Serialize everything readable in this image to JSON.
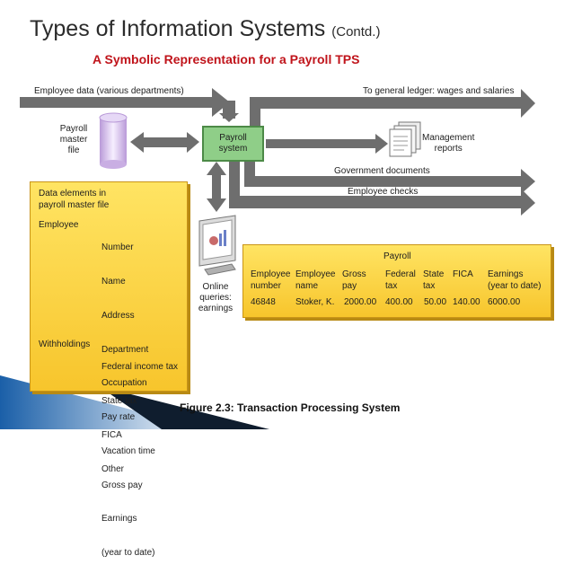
{
  "title": {
    "main": "Types of Information Systems",
    "contd": "(Contd.)"
  },
  "heading": "A Symbolic Representation for a Payroll TPS",
  "labels": {
    "employee_data": "Employee data (various departments)",
    "general_ledger": "To general ledger: wages and salaries",
    "payroll_master_file": [
      "Payroll",
      "master",
      "file"
    ],
    "payroll_system": [
      "Payroll",
      "system"
    ],
    "management_reports": [
      "Management",
      "reports"
    ],
    "government_documents": "Government documents",
    "employee_checks": "Employee checks",
    "online_queries": [
      "Online",
      "queries:",
      "earnings"
    ]
  },
  "data_elements": {
    "title": [
      "Data elements in",
      "payroll master file"
    ],
    "groups": [
      {
        "label": "Employee",
        "items": [
          "Number",
          "Name",
          "Address",
          "Department",
          "Occupation",
          "Pay rate",
          "Vacation time",
          "Gross pay",
          "Earnings",
          "(year to date)"
        ]
      },
      {
        "label": "Withholdings",
        "items": [
          "Federal income tax",
          "State tax",
          "FICA",
          "Other"
        ]
      }
    ]
  },
  "payroll_table": {
    "title": "Payroll",
    "headers": [
      [
        "Employee",
        "number"
      ],
      [
        "Employee",
        "name"
      ],
      [
        "Gross",
        "pay"
      ],
      [
        "Federal",
        "tax"
      ],
      [
        "State",
        "tax"
      ],
      [
        "FICA",
        ""
      ],
      [
        "Earnings",
        "(year to date)"
      ]
    ],
    "row": [
      "46848",
      "Stoker, K.",
      "2000.00",
      "400.00",
      "50.00",
      "140.00",
      "6000.00"
    ]
  },
  "caption": "Figure 2.3:  Transaction Processing System",
  "colors": {
    "heading": "#c0141b",
    "arrow": "#707070",
    "system_box": "#8fce88",
    "panel": "#fcd23e"
  }
}
